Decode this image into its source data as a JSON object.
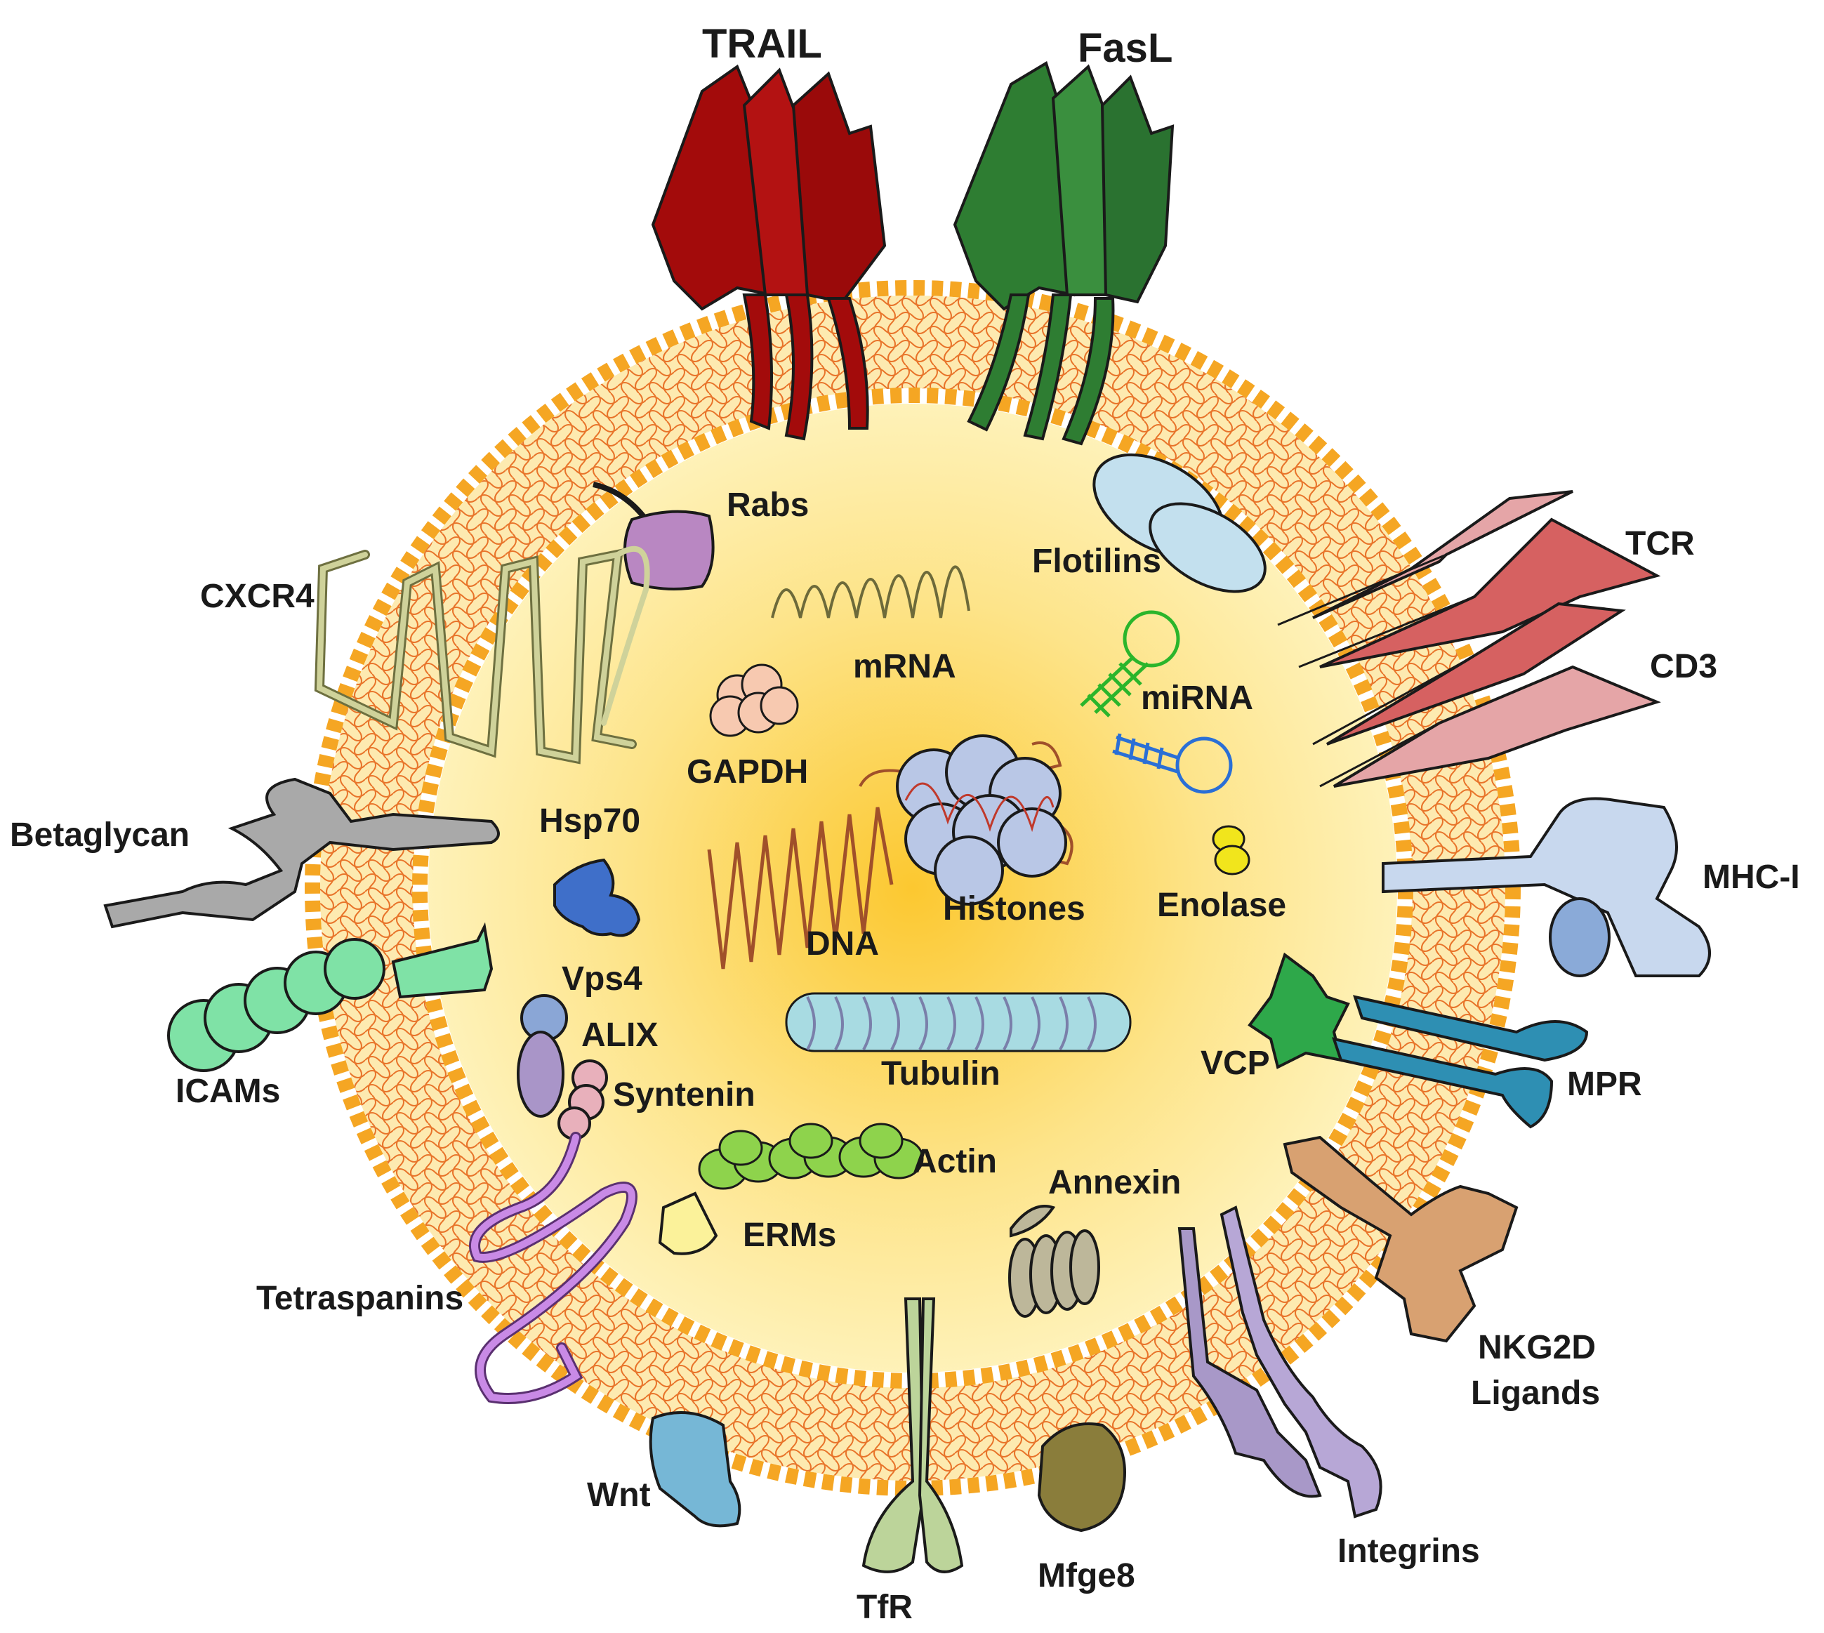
{
  "diagram": {
    "labels": {
      "trail": "TRAIL",
      "fasl": "FasL",
      "rabs": "Rabs",
      "cxcr4": "CXCR4",
      "betaglycan": "Betaglycan",
      "icams": "ICAMs",
      "mrna": "mRNA",
      "gapdh": "GAPDH",
      "hsp70": "Hsp70",
      "dna": "DNA",
      "histones": "Histones",
      "vps4": "Vps4",
      "alix": "ALIX",
      "syntenin": "Syntenin",
      "tubulin": "Tubulin",
      "actin": "Actin",
      "erms": "ERMs",
      "tetraspanins": "Tetraspanins",
      "wnt": "Wnt",
      "tfr": "TfR",
      "mfge8": "Mfge8",
      "annexin": "Annexin",
      "integrins": "Integrins",
      "flotilins": "Flotilins",
      "tcr": "TCR",
      "cd3": "CD3",
      "mirna": "miRNA",
      "enolase": "Enolase",
      "mhc_i": "MHC-I",
      "vcp": "VCP",
      "mpr": "MPR",
      "nkg2d_line1": "NKG2D",
      "nkg2d_line2": "Ligands"
    },
    "colors": {
      "membrane": "#f5a623",
      "lumen_center": "#fcc830",
      "lumen_edge": "#fff5c4",
      "trail": "#a30b0b",
      "fasl": "#2e7d32",
      "rabs": "#b987c2",
      "cxcr4": "#cfd29a",
      "betaglycan": "#a9a9a9",
      "icams": "#7fe2a6",
      "gapdh": "#f7c9b0",
      "hsp70": "#3f6fc9",
      "histones": "#b9c7e6",
      "vps4": "#8aa6d6",
      "alix": "#a995c8",
      "syntenin": "#e8b0bb",
      "tubulin": "#a8dbe2",
      "actin": "#8ed34c",
      "erms": "#fbf29a",
      "tetraspanins": "#c98ae6",
      "wnt": "#76b7d6",
      "tfr": "#bcd49a",
      "mfge8": "#8a7d3b",
      "annexin": "#bdb79a",
      "integrins": "#b7a7d6",
      "flotilins": "#c3e0ee",
      "tcr": "#e5a5a7",
      "cd3": "#d66161",
      "mirna_green": "#2bb52b",
      "mirna_blue": "#2a6fd6",
      "enolase": "#f1e51c",
      "mhc_i": "#c8d8ee",
      "vcp": "#2ea84a",
      "mpr": "#2e8fb3",
      "nkg2d": "#d8a171"
    }
  }
}
